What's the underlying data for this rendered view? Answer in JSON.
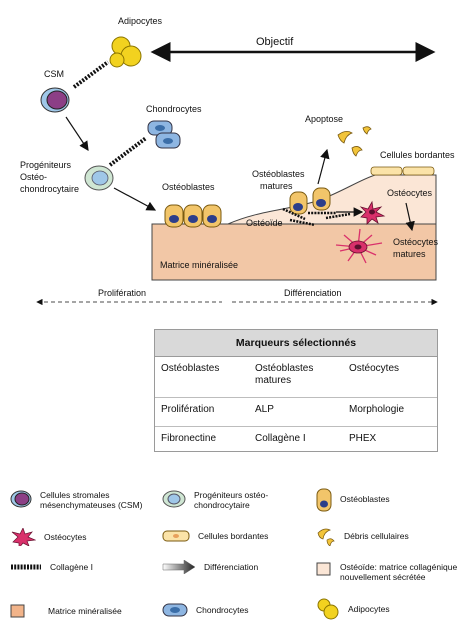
{
  "diagram": {
    "labels": {
      "adipocytes": "Adipocytes",
      "objectif": "Objectif",
      "csm": "CSM",
      "chondrocytes": "Chondrocytes",
      "progenitors_line1": "Progéniteurs",
      "progenitors_line2": "Ostéo-",
      "progenitors_line3": "chondrocytaire",
      "apoptose": "Apoptose",
      "cellules_bordantes": "Cellules bordantes",
      "osteoblastes": "Ostéoblastes",
      "osteoblastes_matures_line1": "Ostéoblastes",
      "osteoblastes_matures_line2": "matures",
      "osteocytes": "Ostéocytes",
      "osteoide": "Ostéoïde",
      "osteocytes_matures_line1": "Ostéocytes",
      "osteocytes_matures_line2": "matures",
      "matrice": "Matrice minéralisée",
      "proliferation": "Prolifération",
      "differenciation": "Différenciation"
    },
    "colors": {
      "matrix": "#f2c7a6",
      "osteoid": "#fbe6d6",
      "adipocyte": "#f2d21f",
      "csm_nucleus": "#8c3f86",
      "progenitor": "#cfe6d3",
      "chondrocyte": "#8eb6e2",
      "osteocyte": "#d9306b",
      "osteoblast": "#f2c56a"
    }
  },
  "markers_table": {
    "title": "Marqueurs sélectionnés",
    "rows": [
      [
        "Ostéoblastes",
        "Ostéoblastes matures",
        "Ostéocytes"
      ],
      [
        "Prolifération",
        "ALP",
        "Morphologie"
      ],
      [
        "Fibronectine",
        "Collagène I",
        "PHEX"
      ]
    ]
  },
  "legend": [
    {
      "icon": "csm-icon",
      "label": "Cellules stromales mésenchymateuses (CSM)"
    },
    {
      "icon": "progenitor-icon",
      "label": "Progéniteurs ostéo-chondrocytaire"
    },
    {
      "icon": "osteoblast-icon",
      "label": "Ostéoblastes"
    },
    {
      "icon": "osteocyte-icon",
      "label": "Ostéocytes"
    },
    {
      "icon": "lining-cell-icon",
      "label": "Cellules bordantes"
    },
    {
      "icon": "cell-debris-icon",
      "label": "Débris cellulaires"
    },
    {
      "icon": "collagen-icon",
      "label": "Collagène I"
    },
    {
      "icon": "differentiation-arrow-icon",
      "label": "Différenciation"
    },
    {
      "icon": "osteoid-icon",
      "label": "Ostéoïde: matrice collagénique nouvellement sécrétée"
    },
    {
      "icon": "mineralized-matrix-icon",
      "label": "Matrice minéralisée"
    },
    {
      "icon": "chondrocyte-icon",
      "label": "Chondrocytes"
    },
    {
      "icon": "adipocyte-icon",
      "label": "Adipocytes"
    }
  ]
}
